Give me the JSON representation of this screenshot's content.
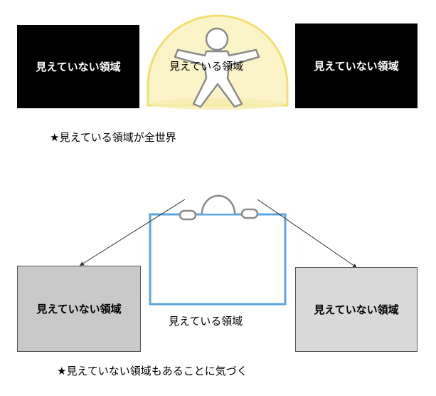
{
  "top": {
    "left_box": "見えていない領域",
    "dome_label": "見えている領域",
    "right_box": "見えていない領域",
    "caption": "★見えている領域が全世界"
  },
  "bottom": {
    "left_box": "見えていない領域",
    "board_label": "見えている領域",
    "right_box": "見えていない領域",
    "caption": "★見えていない領域もあることに気づく"
  },
  "colors": {
    "dome_fill": "#fbf4c8",
    "dome_stroke": "#f2df6e",
    "board_stroke": "#5aa6e0",
    "person": "#8a8a8a",
    "box_dark": "#000000",
    "box_gray_left": "#c9c9c9",
    "box_gray_right": "#d9d9d9"
  }
}
